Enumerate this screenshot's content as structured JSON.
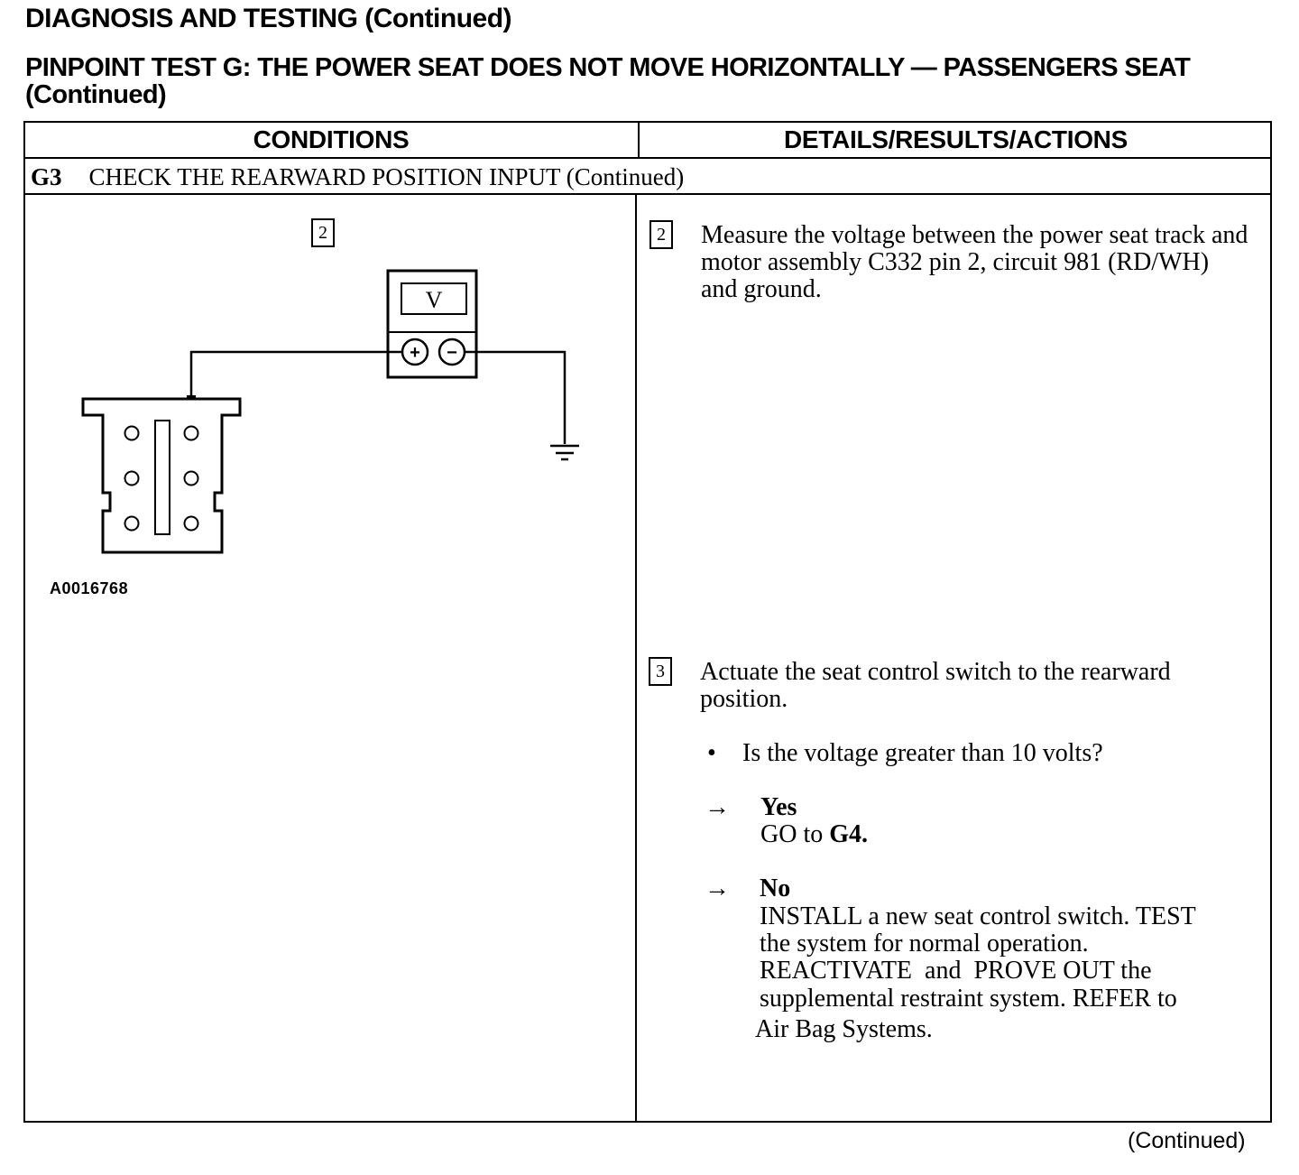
{
  "header": {
    "title": "DIAGNOSIS AND TESTING (Continued)",
    "test_title": "PINPOINT TEST G:  THE POWER SEAT DOES NOT MOVE HORIZONTALLY — PASSENGERS SEAT (Continued)"
  },
  "table": {
    "col_conditions": "CONDITIONS",
    "col_details": "DETAILS/RESULTS/ACTIONS",
    "step_id": "G3",
    "step_title": "CHECK THE REARWARD POSITION INPUT (Continued)"
  },
  "conditions": {
    "step_box": "2",
    "meter_label": "V",
    "probe_plus": "+",
    "probe_minus": "−",
    "figure_code": "A0016768"
  },
  "details": {
    "step2": {
      "box": "2",
      "text": "Measure the voltage between the power seat track and motor assembly C332 pin 2, circuit 981 (RD/WH) and ground."
    },
    "step3": {
      "box": "3",
      "text": "Actuate the seat control switch to the rearward position.",
      "bullet": "•",
      "question": "Is the voltage greater than 10 volts?",
      "arrow": "→",
      "yes_label": "Yes",
      "yes_action_prefix": "GO to ",
      "yes_action_target": "G4",
      "yes_action_suffix": ".",
      "no_label": "No",
      "no_action_line1": "INSTALL a new seat control switch. TEST",
      "no_action_line2": "the system for normal operation.",
      "no_action_line3": "REACTIVATE  and  PROVE OUT the",
      "no_action_line4": "supplemental restraint system. REFER to",
      "no_action_line5": "Air Bag Systems."
    }
  },
  "footer": {
    "continued": "(Continued)"
  }
}
